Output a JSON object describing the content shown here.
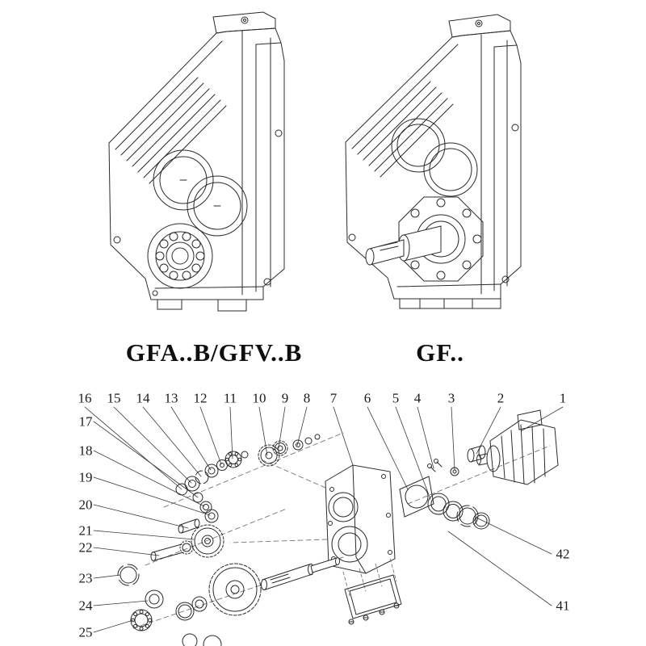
{
  "colors": {
    "ink": "#2b2b2b",
    "background": "#ffffff"
  },
  "models": {
    "left_label": "GFA..B/GFV..B",
    "right_label": "GF.."
  },
  "exploded": {
    "top_labels": [
      "16",
      "15",
      "14",
      "13",
      "12",
      "11",
      "10",
      "9",
      "8",
      "7",
      "6",
      "5",
      "4",
      "3",
      "2",
      "1"
    ],
    "left_labels": [
      "17",
      "18",
      "19",
      "20",
      "21",
      "22",
      "23",
      "24",
      "25"
    ],
    "right_labels": [
      "42",
      "41"
    ]
  }
}
